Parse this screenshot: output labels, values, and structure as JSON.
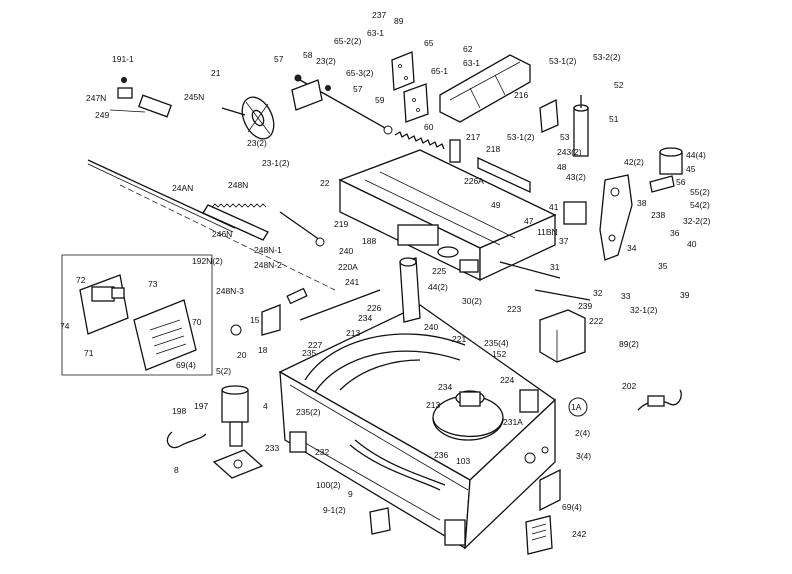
{
  "labels": [
    "237",
    "89",
    "63-1",
    "65-2(2)",
    "65",
    "57",
    "58",
    "23(2)",
    "65-3(2)",
    "62",
    "63-1",
    "65-1",
    "53-1(2)",
    "53-2(2)",
    "52",
    "51",
    "191-1",
    "247N",
    "249",
    "245N",
    "21",
    "57",
    "59",
    "216",
    "53",
    "23(2)",
    "23-1(2)",
    "22",
    "60",
    "217",
    "53-1(2)",
    "243(2)",
    "218",
    "48",
    "42(2)",
    "44(4)",
    "45",
    "24AN",
    "248N",
    "226A",
    "43(2)",
    "56",
    "55(2)",
    "54(2)",
    "49",
    "41",
    "38",
    "238",
    "32-2(2)",
    "219",
    "47",
    "11BN",
    "36",
    "246N",
    "248N-1",
    "248N-2",
    "192N(2)",
    "240",
    "188",
    "37",
    "34",
    "35",
    "40",
    "220A",
    "31",
    "39",
    "225",
    "44(2)",
    "72",
    "73",
    "248N-3",
    "241",
    "32",
    "33",
    "32-1(2)",
    "239",
    "222",
    "74",
    "70",
    "226",
    "30(2)",
    "223",
    "15",
    "234",
    "213",
    "227",
    "240",
    "221",
    "235(4)",
    "71",
    "69(4)",
    "20",
    "18",
    "235",
    "152",
    "89(2)",
    "5(2)",
    "224",
    "202",
    "198",
    "197",
    "4",
    "234",
    "213",
    "235(2)",
    "231A",
    "1A",
    "8",
    "233",
    "232",
    "236",
    "103",
    "2(4)",
    "3(4)",
    "100(2)",
    "9",
    "9-1(2)",
    "69(4)",
    "242"
  ]
}
